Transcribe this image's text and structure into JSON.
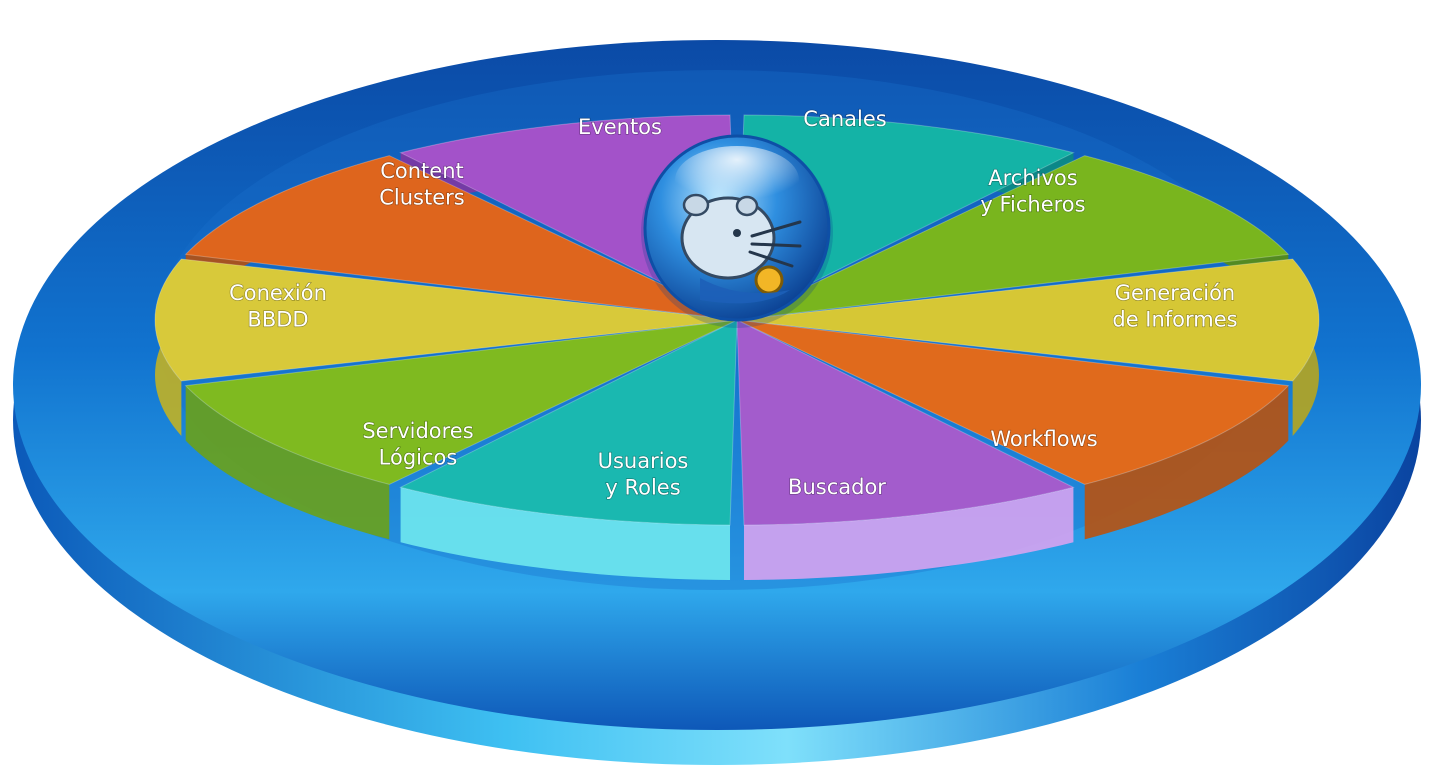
{
  "segments": [
    {
      "key": "eventos",
      "lines": [
        "Eventos"
      ],
      "color": "#a352c9",
      "side": "#7f36a2"
    },
    {
      "key": "canales",
      "lines": [
        "Canales"
      ],
      "color": "#14b3a6",
      "side": "#0b8c82"
    },
    {
      "key": "archivos",
      "lines": [
        "Archivos",
        "y Ficheros"
      ],
      "color": "#79b51e",
      "side": "#5b8e10"
    },
    {
      "key": "informes",
      "lines": [
        "Generación",
        "de Informes"
      ],
      "color": "#d6c735",
      "side": "#b6a51f"
    },
    {
      "key": "workflows",
      "lines": [
        "Workflows"
      ],
      "color": "#e06a1c",
      "side": "#b8520f"
    },
    {
      "key": "buscador",
      "lines": [
        "Buscador"
      ],
      "color": "#a35ccc",
      "side": "#d6a3ef"
    },
    {
      "key": "usuarios",
      "lines": [
        "Usuarios",
        "y Roles"
      ],
      "color": "#1ab8b0",
      "side": "#6fe8ee"
    },
    {
      "key": "servidores",
      "lines": [
        "Servidores",
        "Lógicos"
      ],
      "color": "#7fba20",
      "side": "#6aa119"
    },
    {
      "key": "conexion",
      "lines": [
        "Conexión",
        "BBDD"
      ],
      "color": "#d8c93a",
      "side": "#c1b125"
    },
    {
      "key": "clusters",
      "lines": [
        "Content",
        "Clusters"
      ],
      "color": "#de651d",
      "side": "#b6510f"
    }
  ],
  "colors": {
    "ring_light": "#3aa3e6",
    "ring_mid": "#1166c4",
    "ring_dark": "#0a3f9a",
    "orb": "#2b7fd6"
  },
  "center_icon": "hamster-mascot-icon"
}
